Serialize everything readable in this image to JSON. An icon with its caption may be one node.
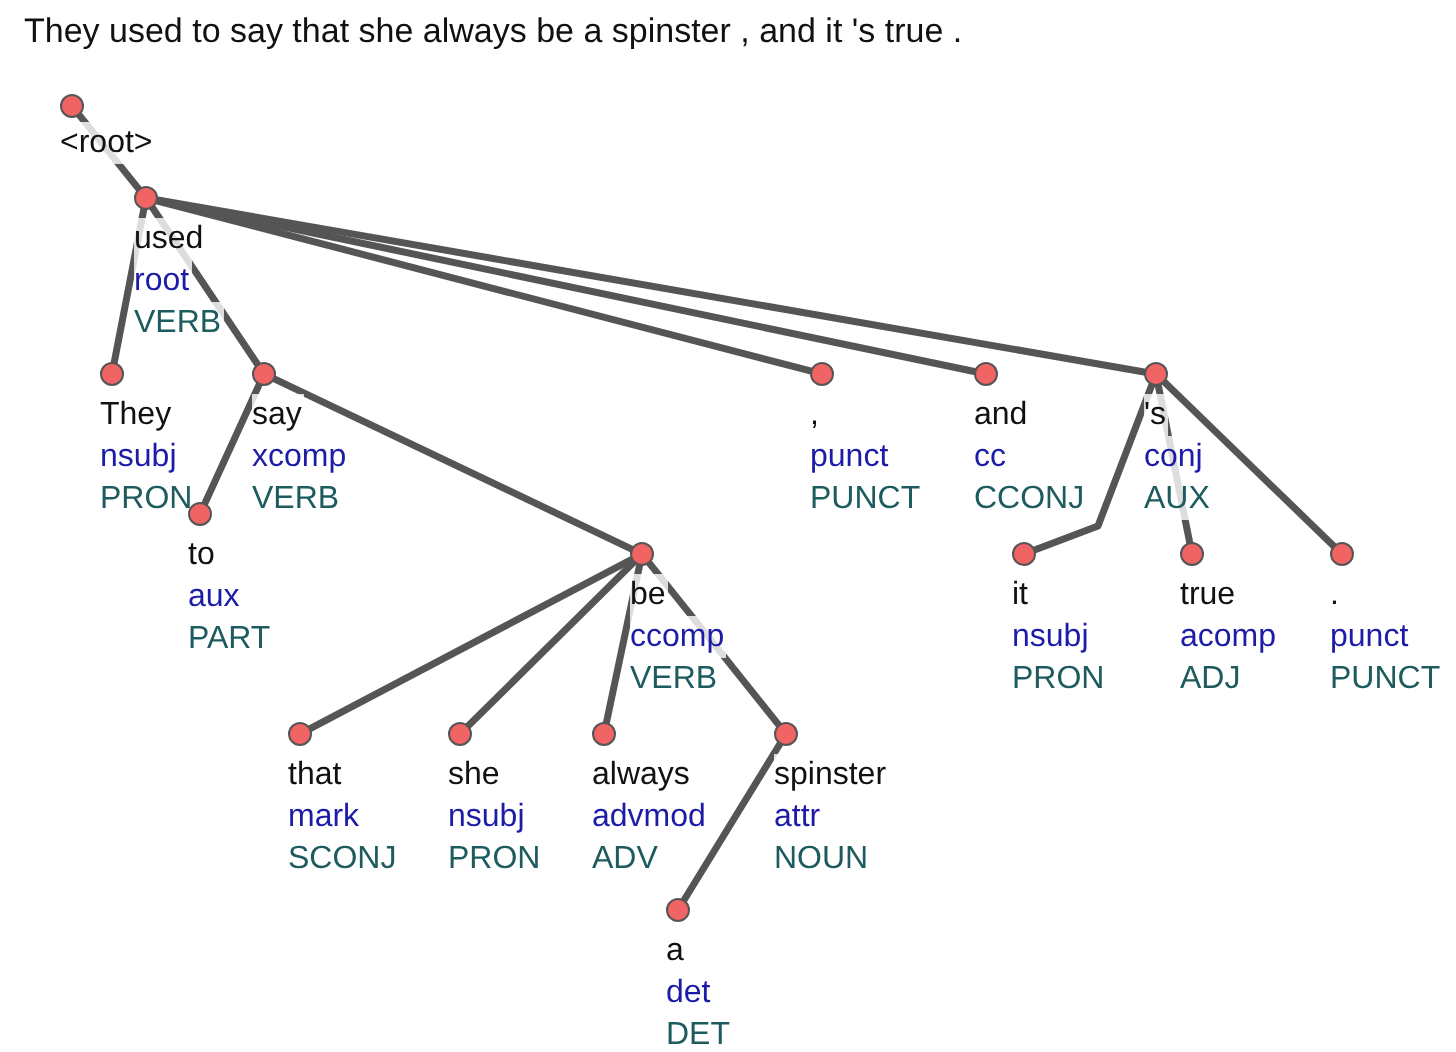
{
  "diagram": {
    "title": "They used to say that she always be a spinster , and it 's true .",
    "nodes": [
      {
        "text": [
          "<root>"
        ]
      },
      {
        "text": [
          "used",
          "root",
          "VERB"
        ]
      },
      {
        "text": [
          "They",
          "nsubj",
          "PRON"
        ]
      },
      {
        "text": [
          "say",
          "xcomp",
          "VERB"
        ]
      },
      {
        "text": [
          "to",
          "aux",
          "PART"
        ]
      },
      {
        "text": [
          "be",
          "ccomp",
          "VERB"
        ]
      },
      {
        "text": [
          "that",
          "mark",
          "SCONJ"
        ]
      },
      {
        "text": [
          "she",
          "nsubj",
          "PRON"
        ]
      },
      {
        "text": [
          "always",
          "advmod",
          "ADV"
        ]
      },
      {
        "text": [
          "spinster",
          "attr",
          "NOUN"
        ]
      },
      {
        "text": [
          "a",
          "det",
          "DET"
        ]
      },
      {
        "text": [
          ",",
          "punct",
          "PUNCT"
        ]
      },
      {
        "text": [
          "and",
          "cc",
          "CCONJ"
        ]
      },
      {
        "text": [
          "'s",
          "conj",
          "AUX"
        ]
      },
      {
        "text": [
          "it",
          "nsubj",
          "PRON"
        ]
      },
      {
        "text": [
          "true",
          "acomp",
          "ADJ"
        ]
      },
      {
        "text": [
          ".",
          "punct",
          "PUNCT"
        ]
      }
    ],
    "edges": [
      {
        "from": 0,
        "to": 1,
        "arrow": "none"
      },
      {
        "from": 1,
        "to": 2,
        "arrow": "none"
      },
      {
        "from": 1,
        "to": 3,
        "arrow": "none"
      },
      {
        "from": 3,
        "to": 4,
        "arrow": "none"
      },
      {
        "from": 3,
        "to": 5,
        "arrow": "none"
      },
      {
        "from": 5,
        "to": 6,
        "arrow": "none"
      },
      {
        "from": 5,
        "to": 7,
        "arrow": "none"
      },
      {
        "from": 5,
        "to": 8,
        "arrow": "none"
      },
      {
        "from": 5,
        "to": 9,
        "arrow": "none"
      },
      {
        "from": 9,
        "to": 10,
        "arrow": "none"
      },
      {
        "from": 1,
        "to": 11,
        "arrow": "none"
      },
      {
        "from": 1,
        "to": 12,
        "arrow": "none"
      },
      {
        "from": 1,
        "to": 13,
        "arrow": "none"
      },
      {
        "from": 13,
        "to": 14,
        "arrow": "none"
      },
      {
        "from": 13,
        "to": 15,
        "arrow": "none"
      },
      {
        "from": 13,
        "to": 16,
        "arrow": "none"
      }
    ]
  }
}
